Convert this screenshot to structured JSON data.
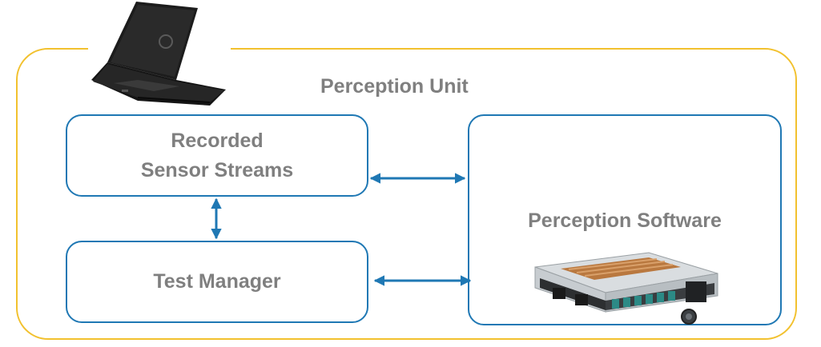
{
  "diagram": {
    "container": {
      "title": "Perception Unit",
      "border_color": "#f2c12e"
    },
    "nodes": {
      "recorded_streams": {
        "line1": "Recorded",
        "line2": "Sensor Streams"
      },
      "test_manager": {
        "label": "Test Manager"
      },
      "perception_software": {
        "label": "Perception Software"
      }
    },
    "connectors": [
      {
        "from": "recorded_streams",
        "to": "perception_software",
        "direction": "bidirectional"
      },
      {
        "from": "recorded_streams",
        "to": "test_manager",
        "direction": "bidirectional"
      },
      {
        "from": "test_manager",
        "to": "perception_software",
        "direction": "bidirectional"
      }
    ],
    "colors": {
      "node_border": "#1f78b4",
      "arrow": "#1f78b4",
      "text": "#7f7f7f"
    },
    "images": {
      "laptop": "laptop-icon",
      "compute_unit": "compute-unit-icon"
    }
  }
}
